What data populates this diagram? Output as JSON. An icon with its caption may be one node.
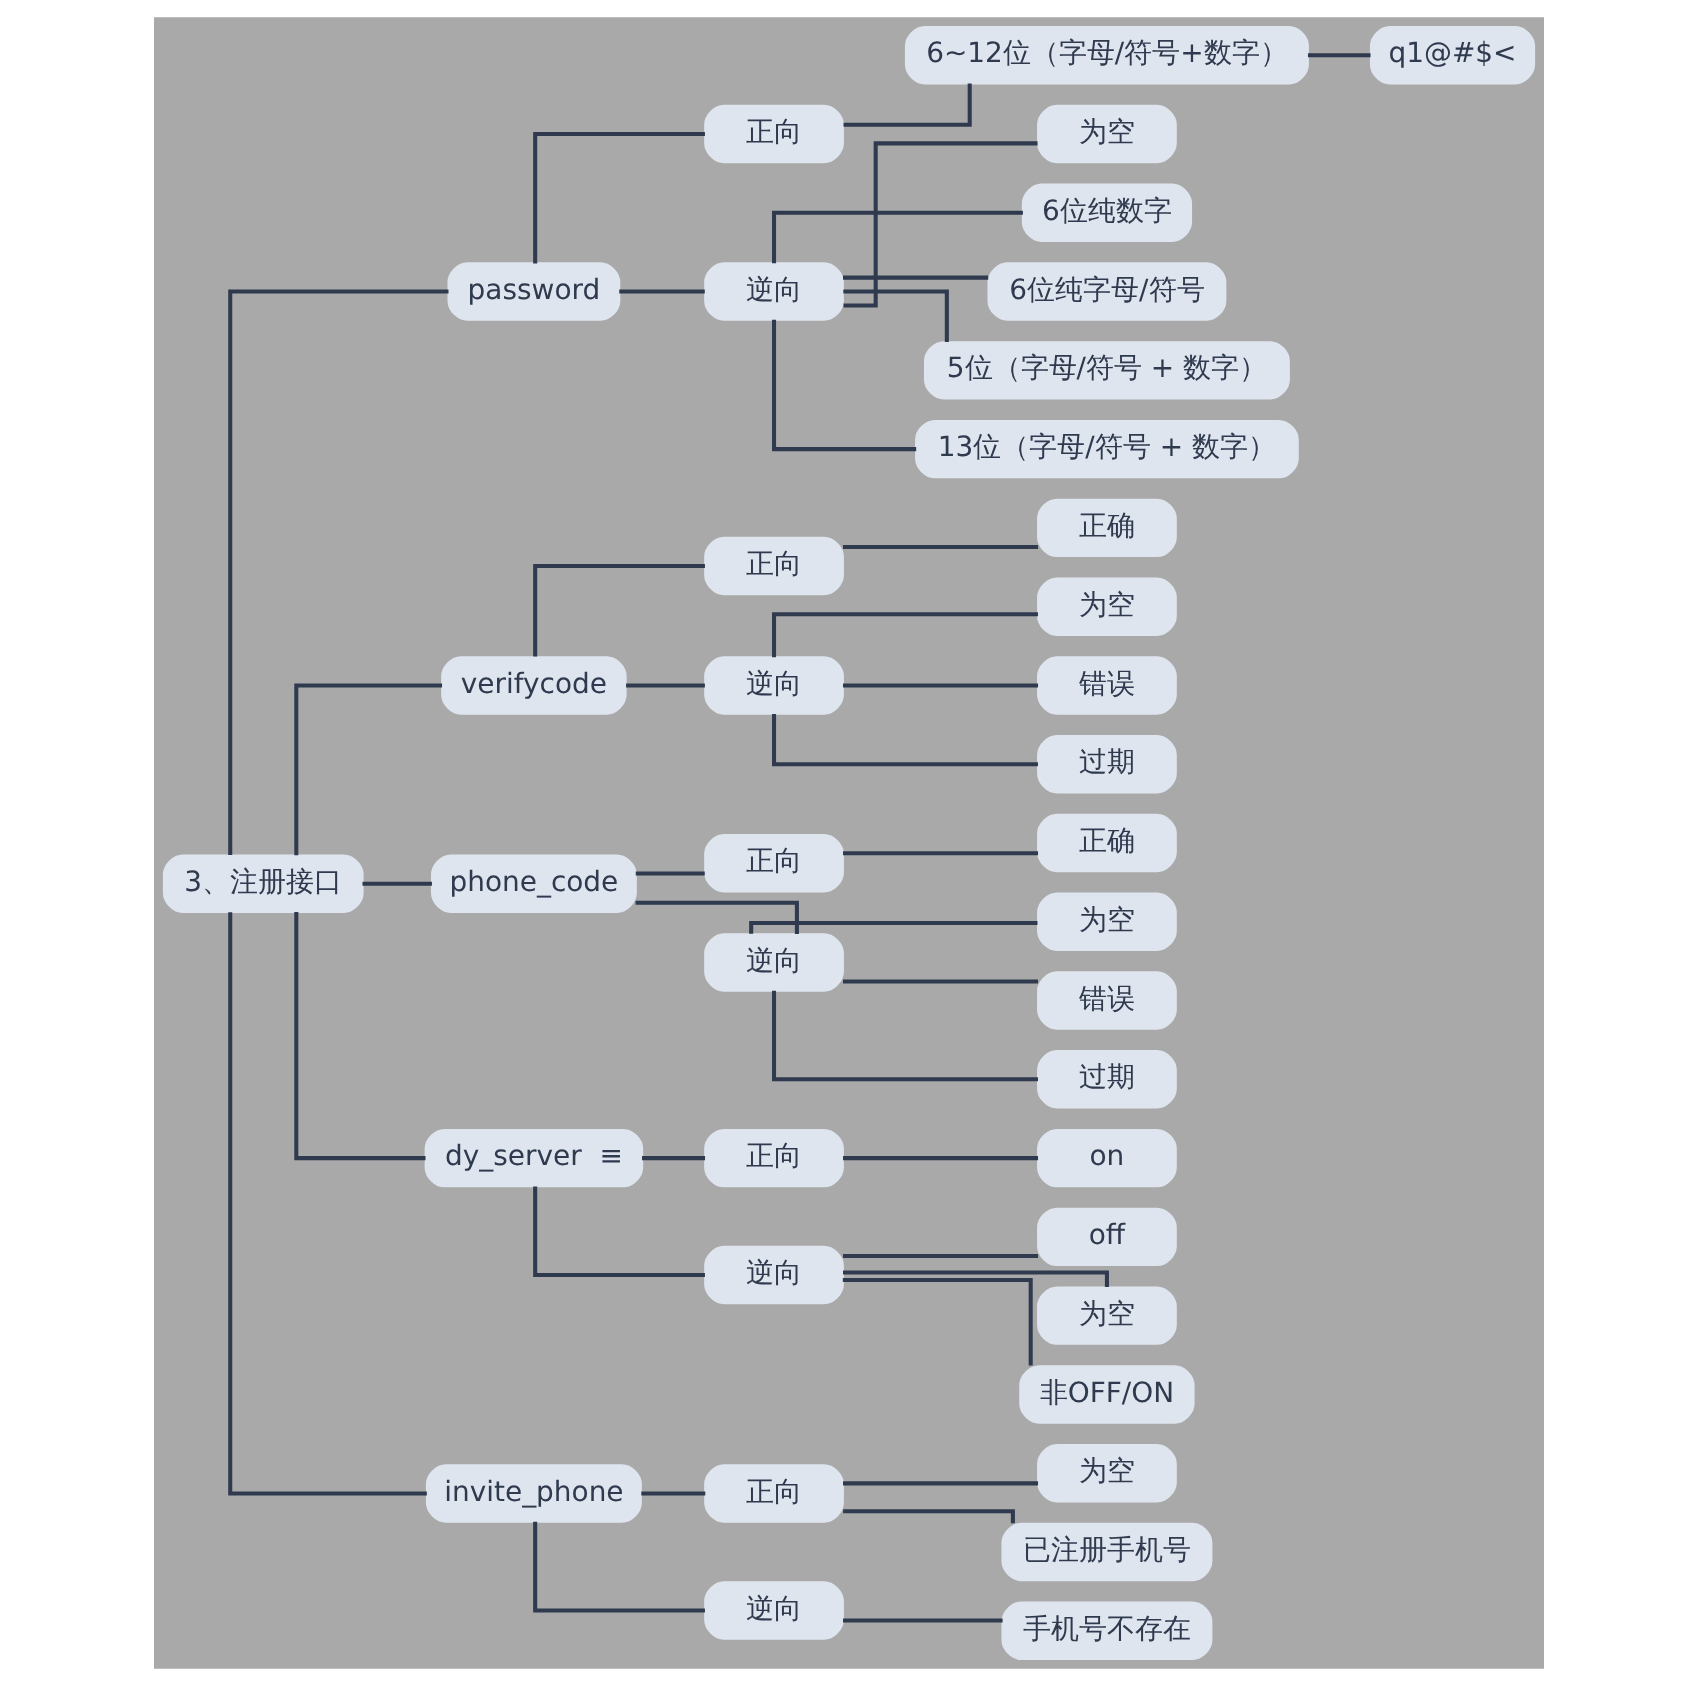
{
  "diagram": {
    "nodes": [
      {
        "text": [
          "3、注册接口"
        ]
      },
      {
        "text": [
          "password"
        ]
      },
      {
        "text": [
          "正向"
        ]
      },
      {
        "text": [
          "6~12位（字母/符号+数字）"
        ]
      },
      {
        "text": [
          "q1@#$<"
        ]
      },
      {
        "text": [
          "逆向"
        ]
      },
      {
        "text": [
          "为空"
        ]
      },
      {
        "text": [
          "6位纯数字"
        ]
      },
      {
        "text": [
          "6位纯字母/符号"
        ]
      },
      {
        "text": [
          "5位（字母/符号 + 数字）"
        ]
      },
      {
        "text": [
          "13位（字母/符号 + 数字）"
        ]
      },
      {
        "text": [
          "verifycode"
        ]
      },
      {
        "text": [
          "正向"
        ]
      },
      {
        "text": [
          "正确"
        ]
      },
      {
        "text": [
          "逆向"
        ]
      },
      {
        "text": [
          "为空"
        ]
      },
      {
        "text": [
          "错误"
        ]
      },
      {
        "text": [
          "过期"
        ]
      },
      {
        "text": [
          "phone_code"
        ]
      },
      {
        "text": [
          "正向"
        ]
      },
      {
        "text": [
          "正确"
        ]
      },
      {
        "text": [
          "逆向"
        ]
      },
      {
        "text": [
          "为空"
        ]
      },
      {
        "text": [
          "错误"
        ]
      },
      {
        "text": [
          "过期"
        ]
      },
      {
        "text": [
          "dy_server  ≡"
        ]
      },
      {
        "text": [
          "正向"
        ]
      },
      {
        "text": [
          "on"
        ]
      },
      {
        "text": [
          "逆向"
        ]
      },
      {
        "text": [
          "off"
        ]
      },
      {
        "text": [
          "为空"
        ]
      },
      {
        "text": [
          "非OFF/ON"
        ]
      },
      {
        "text": [
          "invite_phone"
        ]
      },
      {
        "text": [
          "正向"
        ]
      },
      {
        "text": [
          "为空"
        ]
      },
      {
        "text": [
          "已注册手机号"
        ]
      },
      {
        "text": [
          "逆向"
        ]
      },
      {
        "text": [
          "手机号不存在"
        ]
      }
    ],
    "edges": [
      {
        "from": 0,
        "to": 1,
        "arrow": "none"
      },
      {
        "from": 1,
        "to": 2,
        "arrow": "none"
      },
      {
        "from": 2,
        "to": 3,
        "arrow": "none"
      },
      {
        "from": 3,
        "to": 4,
        "arrow": "none"
      },
      {
        "from": 1,
        "to": 5,
        "arrow": "none"
      },
      {
        "from": 5,
        "to": 6,
        "arrow": "none"
      },
      {
        "from": 5,
        "to": 7,
        "arrow": "none"
      },
      {
        "from": 5,
        "to": 8,
        "arrow": "none"
      },
      {
        "from": 5,
        "to": 9,
        "arrow": "none"
      },
      {
        "from": 5,
        "to": 10,
        "arrow": "none"
      },
      {
        "from": 0,
        "to": 11,
        "arrow": "none"
      },
      {
        "from": 11,
        "to": 12,
        "arrow": "none"
      },
      {
        "from": 12,
        "to": 13,
        "arrow": "none"
      },
      {
        "from": 11,
        "to": 14,
        "arrow": "none"
      },
      {
        "from": 14,
        "to": 15,
        "arrow": "none"
      },
      {
        "from": 14,
        "to": 16,
        "arrow": "none"
      },
      {
        "from": 14,
        "to": 17,
        "arrow": "none"
      },
      {
        "from": 0,
        "to": 18,
        "arrow": "none"
      },
      {
        "from": 18,
        "to": 19,
        "arrow": "none"
      },
      {
        "from": 19,
        "to": 20,
        "arrow": "none"
      },
      {
        "from": 18,
        "to": 21,
        "arrow": "none"
      },
      {
        "from": 21,
        "to": 22,
        "arrow": "none"
      },
      {
        "from": 21,
        "to": 23,
        "arrow": "none"
      },
      {
        "from": 21,
        "to": 24,
        "arrow": "none"
      },
      {
        "from": 0,
        "to": 25,
        "arrow": "none"
      },
      {
        "from": 25,
        "to": 26,
        "arrow": "none"
      },
      {
        "from": 26,
        "to": 27,
        "arrow": "none"
      },
      {
        "from": 25,
        "to": 28,
        "arrow": "none"
      },
      {
        "from": 28,
        "to": 29,
        "arrow": "none"
      },
      {
        "from": 28,
        "to": 30,
        "arrow": "none"
      },
      {
        "from": 28,
        "to": 31,
        "arrow": "none"
      },
      {
        "from": 0,
        "to": 32,
        "arrow": "none"
      },
      {
        "from": 32,
        "to": 33,
        "arrow": "none"
      },
      {
        "from": 33,
        "to": 34,
        "arrow": "none"
      },
      {
        "from": 33,
        "to": 35,
        "arrow": "none"
      },
      {
        "from": 32,
        "to": 36,
        "arrow": "none"
      },
      {
        "from": 36,
        "to": 37,
        "arrow": "none"
      }
    ]
  }
}
